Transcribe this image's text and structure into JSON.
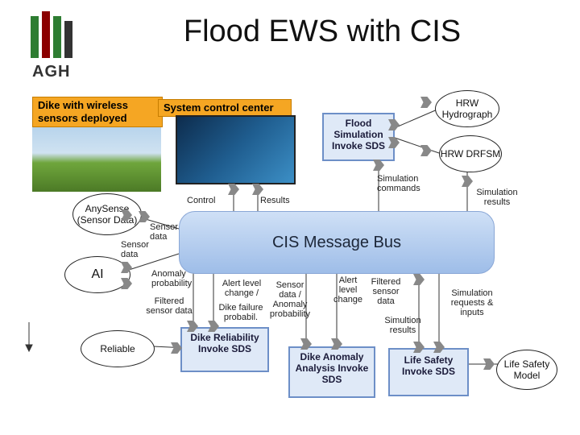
{
  "header": {
    "title": "Flood EWS with CIS",
    "logo_text": "AGH"
  },
  "labels": {
    "dike_wireless": "Dike with wireless sensors deployed",
    "control_center": "System control center",
    "control": "Control",
    "results": "Results",
    "sensor_data_1": "Sensor data",
    "sensor_data_2": "Sensor data",
    "anomaly_prob": "Anomaly probability",
    "filtered_sensor_data_1": "Filtered sensor data",
    "alert_change_1": "Alert level change /",
    "dike_failure": "Dike failure probabil.",
    "sensor_data_anomaly": "Sensor data / Anomaly probability",
    "alert_level_change_2": "Alert level change",
    "filtered_sensor_data_2": "Filtered sensor data",
    "simulation_commands": "Simulation commands",
    "simulation_results": "Simulation results",
    "simulation_requests": "Simulation requests & inputs",
    "simulation_results_2": "Simultion results"
  },
  "nodes": {
    "flood_sim": "Flood Simulation Invoke SDS",
    "hrw_hydrograph": "HRW Hydrograph",
    "hrw_drfsm": "HRW DRFSM",
    "anysense": "AnySense (Sensor Data)",
    "ai": "AI",
    "reliable": "Reliable",
    "dike_reliability": "Dike Reliability Invoke SDS",
    "dike_anomaly": "Dike Anomaly Analysis Invoke SDS",
    "life_safety_sds": "Life Safety Invoke SDS",
    "life_safety_model": "Life Safety Model",
    "bus": "CIS Message Bus"
  },
  "colors": {
    "accent_orange": "#f5a623",
    "box_blue": "#dfe9f7",
    "bus_blue": "#a9c5ec"
  }
}
